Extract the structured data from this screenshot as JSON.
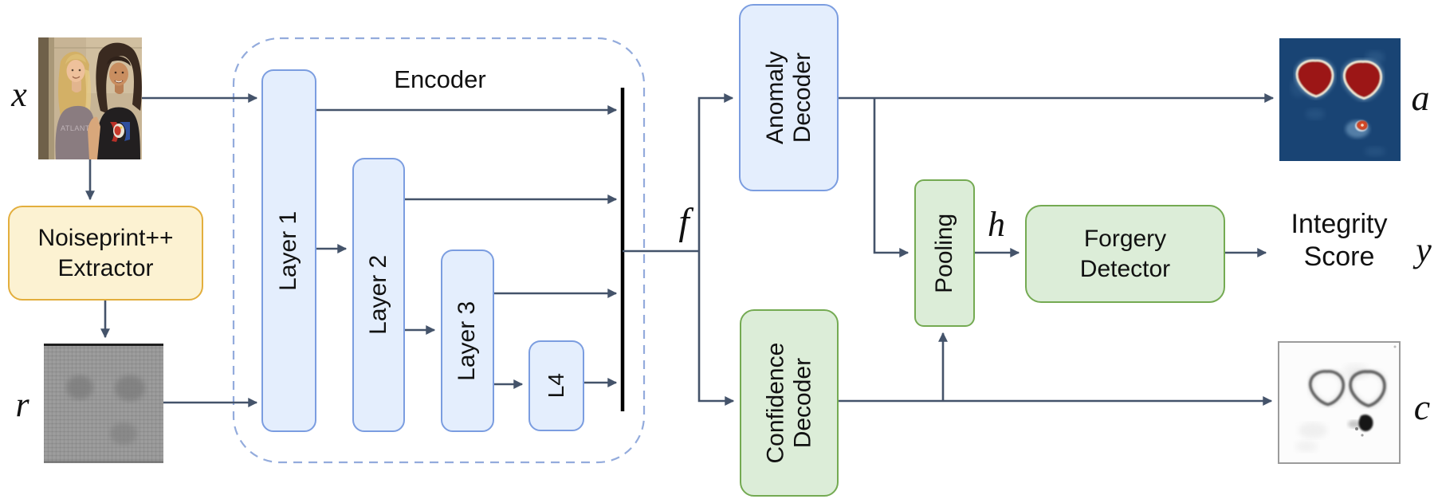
{
  "figure": {
    "io_labels": {
      "input_image": "x",
      "residual": "r",
      "features": "f",
      "pooled": "h",
      "anomaly_map": "a",
      "confidence_map": "c",
      "score_var": "y"
    },
    "noiseprint_extractor": {
      "lines": [
        "Noiseprint++",
        "Extractor"
      ]
    },
    "encoder": {
      "title": "Encoder",
      "layers": [
        "Layer 1",
        "Layer 2",
        "Layer 3",
        "L4"
      ]
    },
    "anomaly_decoder": {
      "lines": [
        "Anomaly",
        "Decoder"
      ]
    },
    "confidence_decoder": {
      "lines": [
        "Confidence",
        "Decoder"
      ]
    },
    "pooling": {
      "label": "Pooling"
    },
    "forgery_detector": {
      "lines": [
        "Forgery",
        "Detector"
      ]
    },
    "output": {
      "lines": [
        "Integrity",
        "Score"
      ]
    },
    "input_photo": {
      "shirt_text": "ATLANTA"
    },
    "image_names": {
      "input": "input-photo",
      "residual": "noiseprint-residual-map",
      "anomaly": "anomaly-heatmap",
      "confidence": "confidence-map"
    },
    "colors": {
      "blue_fill": "#e4eefd",
      "blue_stroke": "#7b9de0",
      "yellow_fill": "#fcf2d2",
      "yellow_stroke": "#e3ae3d",
      "green_fill": "#dcedd8",
      "green_stroke": "#74aa52",
      "arrow": "#44536a",
      "encoder_dash": "#93abdc",
      "bar": "#000000"
    }
  }
}
